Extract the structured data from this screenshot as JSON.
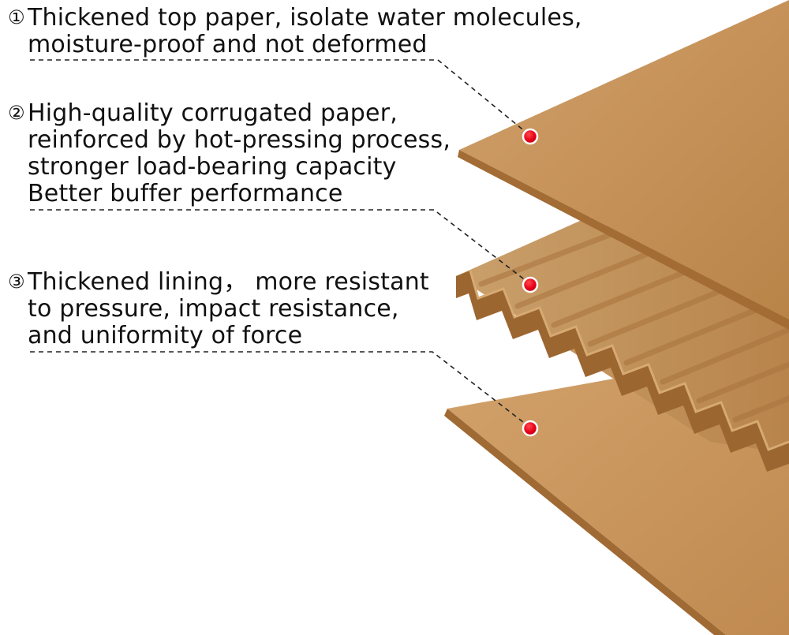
{
  "callouts": [
    {
      "number": "①",
      "lines": [
        "Thickened top paper, isolate water molecules,",
        "moisture-proof and not deformed"
      ]
    },
    {
      "number": "②",
      "lines": [
        "High-quality corrugated paper,",
        "reinforced by hot-pressing process,",
        "stronger load-bearing capacity",
        "Better buffer performance"
      ]
    },
    {
      "number": "③",
      "lines": [
        "Thickened lining， more resistant",
        "to pressure, impact resistance,",
        "and uniformity of force"
      ]
    }
  ],
  "colors": {
    "kraft_face": "#c9965e",
    "kraft_edge": "#a26d35",
    "flute_light": "#d0a068",
    "flute_dark": "#9c6630",
    "marker": "#e8001a",
    "leader": "#222222",
    "text": "#111111"
  }
}
